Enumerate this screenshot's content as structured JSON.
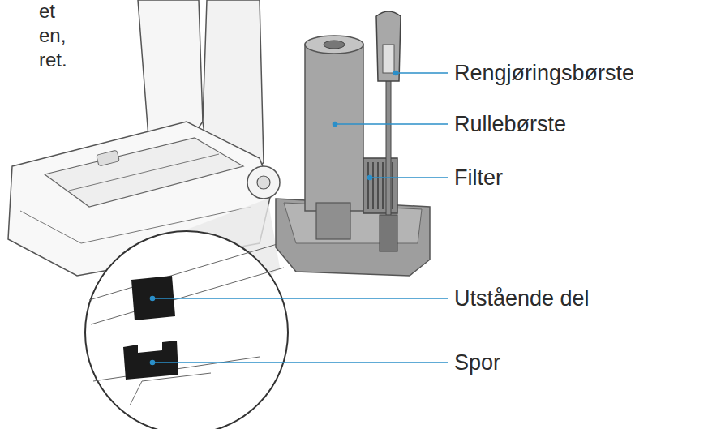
{
  "diagram": {
    "labels": [
      "et",
      "en,",
      "ret.",
      "Rengjøringsbørste",
      "Rullebørste",
      "Filter",
      "Utstående del",
      "Spor"
    ]
  }
}
